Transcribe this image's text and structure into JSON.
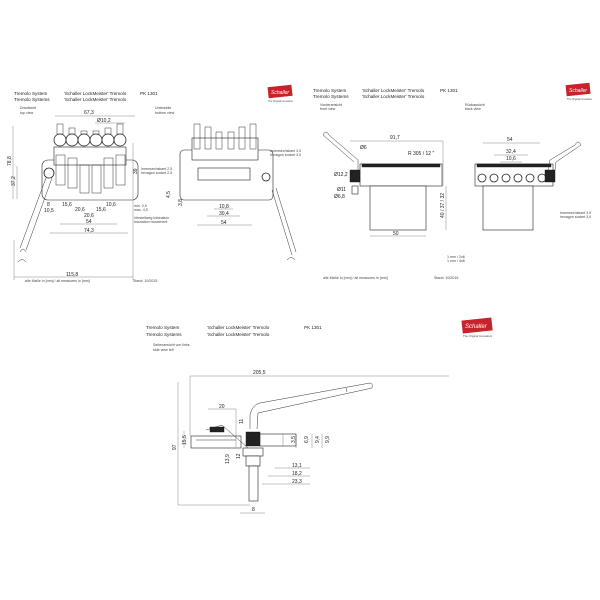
{
  "header": {
    "line1_left": "Tremolo System",
    "line2_left": "Tremolo Systems",
    "line1_mid": "'Schaller LockMeister' Tremolo",
    "line2_mid": "'Schaller LockMeister' Tremolo",
    "part_no": "PK 1301",
    "logo_text": "Schaller",
    "logo_tagline": "The Original Innovators"
  },
  "sheet1": {
    "view_top_de": "Draufsicht",
    "view_top_en": "top view",
    "view_bottom_de": "Unterseite",
    "view_bottom_en": "bottom view",
    "dims": {
      "width_top": "67,3",
      "dia_saddle": "Ø10,2",
      "height_total": "78,8",
      "height_plate": "37,2",
      "height_right": "39",
      "d8": "8",
      "d10_5": "10,5",
      "d15_6a": "15,6",
      "d20_6a": "20,6",
      "d20_6b": "20,6",
      "d15_6b": "15,6",
      "d10_6": "10,6",
      "d54": "54",
      "d74_3": "74,3",
      "d115_8": "115,8",
      "minmax1": "min. 0,5",
      "minmax2": "max. 4,5",
      "b4_5": "4,5",
      "b3_8": "3,8",
      "b10_8": "10,8",
      "b30_4": "30,4",
      "b54": "54"
    },
    "hex_top_de": "Innensechskant 2,5",
    "hex_top_en": "hexagon socket 2,5",
    "hex_bottom_de": "Innensechskant 3,0",
    "hex_bottom_en": "hexagon socket 3,0",
    "intonation_de": "Verstellweg Intonation",
    "intonation_en": "intonation movement",
    "footer": "alle Maße in [mm] / all measures in [mm]",
    "date": "Stand: 10/2015"
  },
  "sheet2": {
    "view_front_de": "Vorderansicht",
    "view_front_en": "front view",
    "view_back_de": "Rückansicht",
    "view_back_en": "back view",
    "dims": {
      "d91_7": "91,7",
      "dia6": "Ø6",
      "radius": "R 305 / 12 \"",
      "dia12_2": "Ø12,2",
      "dia11": "Ø11",
      "dia6_8": "Ø6,8",
      "block_h": "40 / 37 / 32",
      "d50": "50",
      "d54": "54",
      "d32_4": "32,4",
      "d10_6": "10,6"
    },
    "hex_de": "Innensechskant 3,0",
    "hex_en": "hexagon socket 3,0",
    "note1": "1 mm / 2x6",
    "note2": "1 mm / 4x6",
    "footer": "alle Maße in [mm] / all measures in [mm]",
    "date": "Stand: 10/2015"
  },
  "sheet3": {
    "view_de": "Seitenansicht von links",
    "view_en": "side view left",
    "dims": {
      "d205_5": "205,5",
      "d20": "20",
      "d11": "11",
      "d15_5": "15,5",
      "d97": "97",
      "d3_5": "3,5",
      "d6_9": "6,9",
      "d9_4": "9,4",
      "d9_9": "9,9",
      "d12": "12",
      "d13_9": "13,9",
      "d13_1": "13,1",
      "d18_2": "18,2",
      "d23_3": "23,3",
      "d8": "8"
    }
  }
}
